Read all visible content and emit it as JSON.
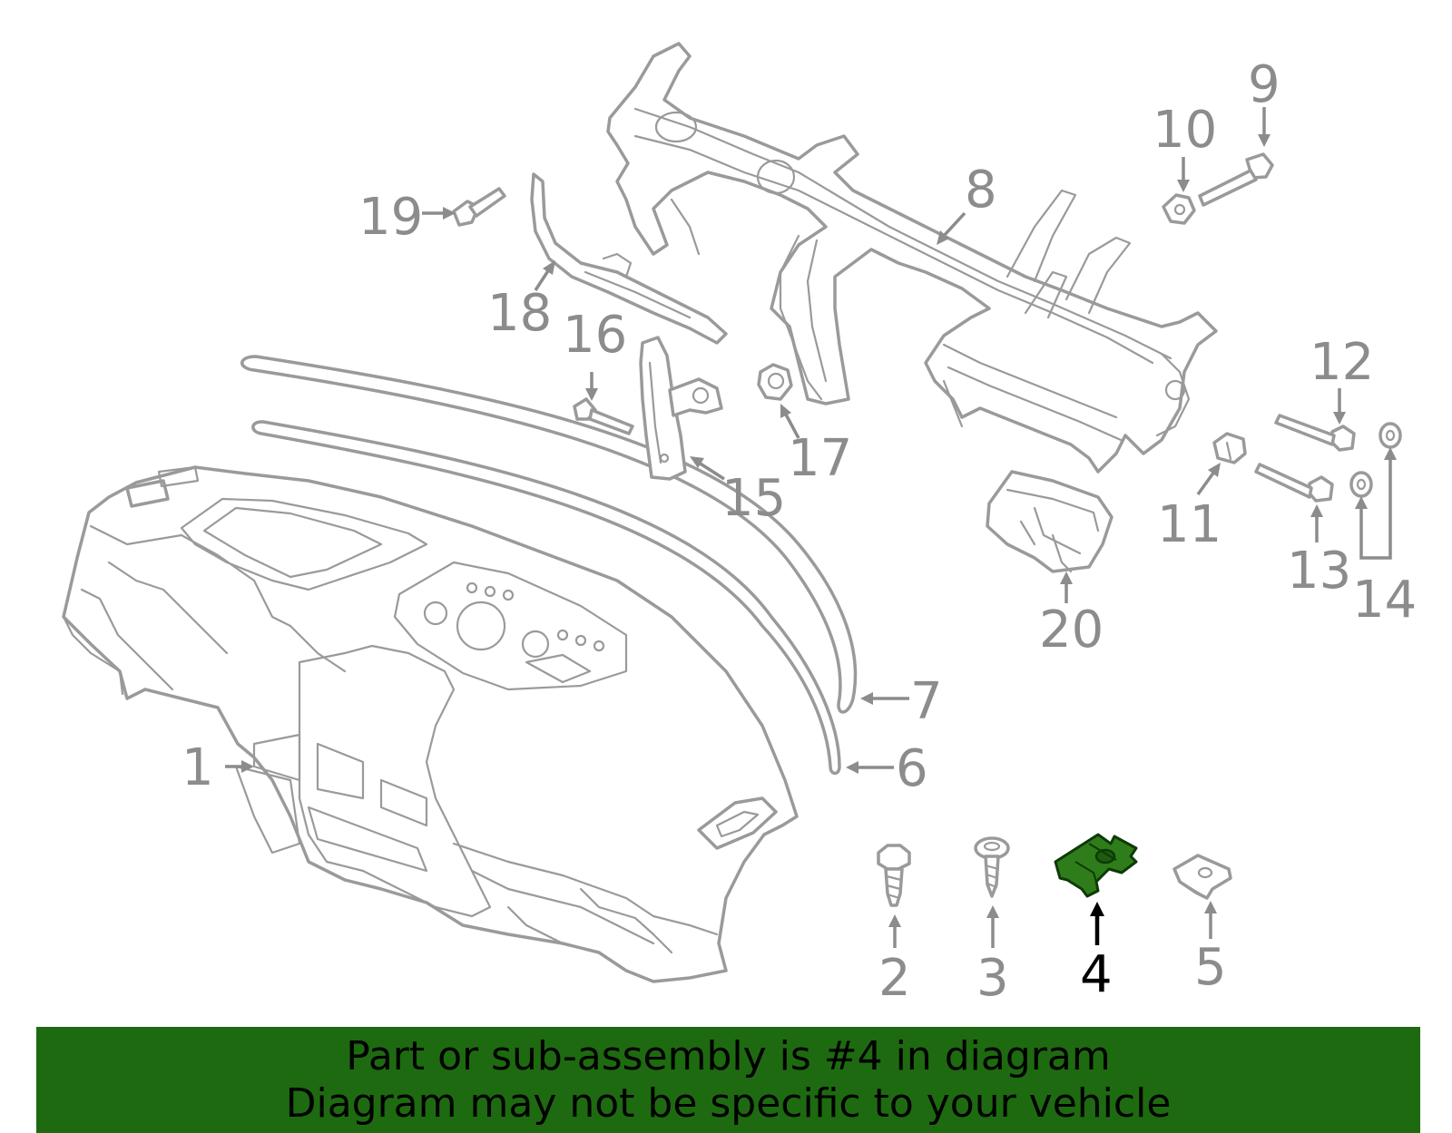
{
  "banner": {
    "line1": "Part or sub-assembly is #4 in diagram",
    "line2": "Diagram may not be specific to your vehicle",
    "background_color": "#1e6a10"
  },
  "diagram": {
    "highlighted_part": "4",
    "highlight_color": "#2e7d1a",
    "outline_color": "#9a9a9a",
    "callouts": [
      "1",
      "2",
      "3",
      "4",
      "5",
      "6",
      "7",
      "8",
      "9",
      "10",
      "11",
      "12",
      "13",
      "14",
      "15",
      "16",
      "17",
      "18",
      "19",
      "20"
    ]
  }
}
